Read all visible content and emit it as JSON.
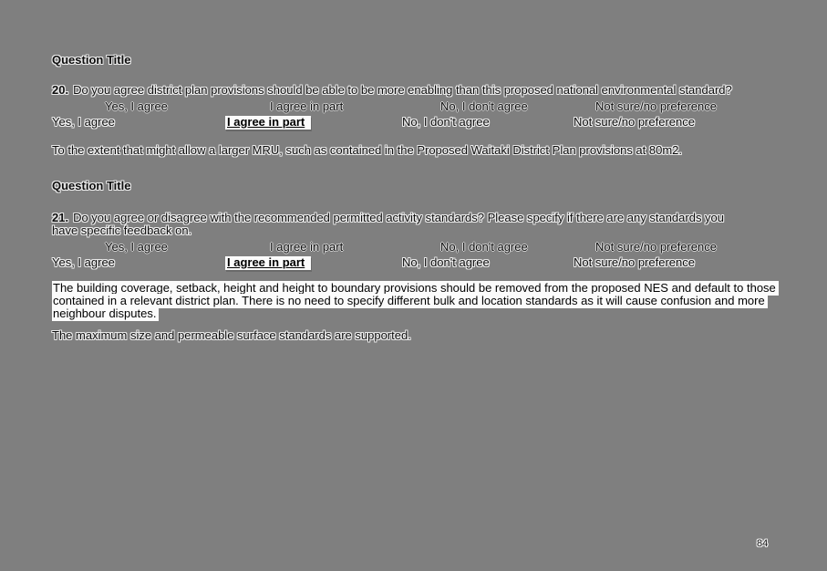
{
  "page": {
    "background_color": "#7f7f7f",
    "number": "84"
  },
  "q20": {
    "section_label": "Question Title",
    "number": "20.",
    "text": "Do you agree district plan provisions should be able to be more enabling than this proposed national environmental standard?",
    "options": [
      "Yes, I agree",
      "I agree in part",
      "No, I don't agree",
      "Not sure/no preference"
    ],
    "answers": [
      "Yes, I agree",
      "I agree in part",
      "No, I don't agree",
      "Not sure/no preference"
    ],
    "selected_answer": "I agree in part",
    "comment": "To the extent that might allow a larger MRU, such as contained in the Proposed Waitaki District Plan provisions at 80m2."
  },
  "q21": {
    "section_label": "Question Title",
    "number": "21.",
    "text_lines": [
      "Do you agree or disagree with the recommended permitted activity standards? Please specify if there are any standards you",
      "have specific feedback on."
    ],
    "options": [
      "Yes, I agree",
      "I agree in part",
      "No, I don't agree",
      "Not sure/no preference"
    ],
    "answers": [
      "Yes, I agree",
      "I agree in part",
      "No, I don't agree",
      "Not sure/no preference"
    ],
    "selected_answer": "I agree in part",
    "comment1_lines": [
      "The building coverage, setback, height and height to boundary provisions should be removed from the proposed NES and default to those",
      "contained in a relevant district plan. There is no need to specify different bulk and location standards as it will cause confusion and more",
      "neighbour disputes."
    ],
    "comment2": "The maximum size and permeable surface standards are supported."
  }
}
